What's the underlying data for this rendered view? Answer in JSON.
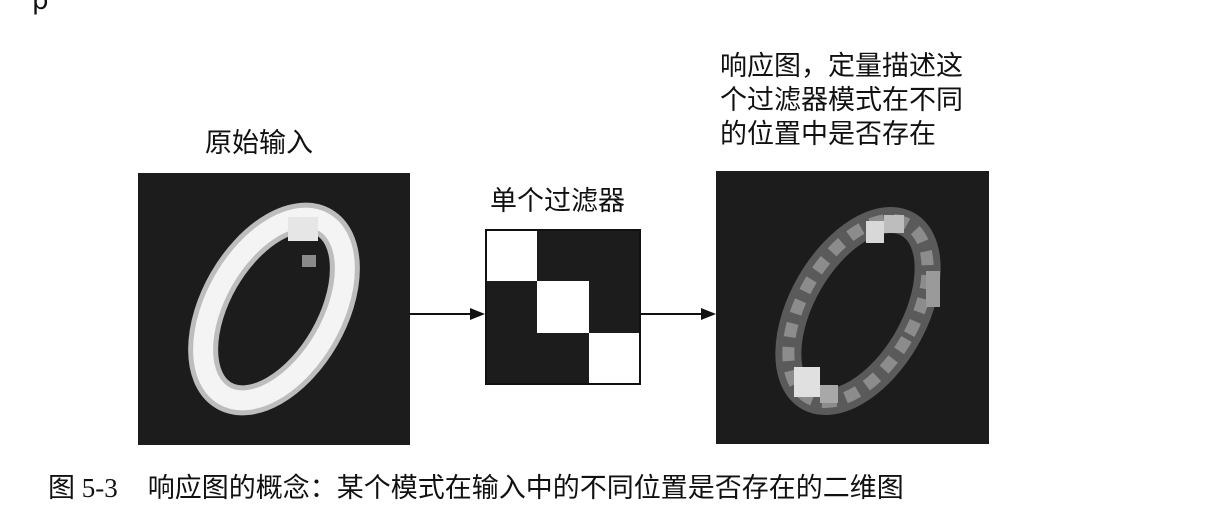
{
  "labels": {
    "input": "原始输入",
    "filter": "单个过滤器",
    "response_lines": [
      "响应图，定量描述这",
      "个过滤器模式在不同",
      "的位置中是否存在"
    ]
  },
  "caption": {
    "figure_number": "图 5-3",
    "text": "响应图的概念：某个模式在输入中的不同位置是否存在的二维图"
  },
  "colors": {
    "panel_bg": "#1c1c1c",
    "white": "#ffffff",
    "arrow": "#111111"
  },
  "filter_grid": [
    [
      1,
      0,
      0
    ],
    [
      0,
      1,
      0
    ],
    [
      0,
      0,
      1
    ]
  ]
}
